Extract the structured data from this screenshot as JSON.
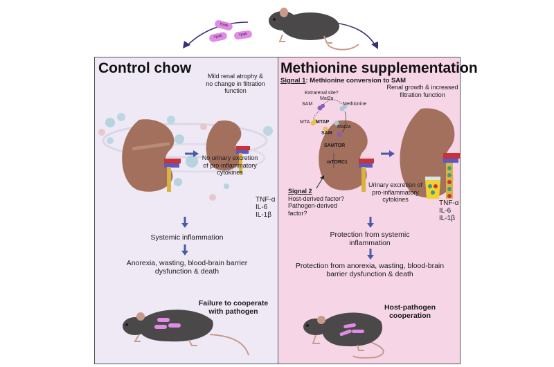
{
  "top": {
    "bacteria_labels": [
      "Ypstb",
      "Ypstb",
      "Ypstb"
    ]
  },
  "left_panel": {
    "title": "Control chow",
    "kidney_note": [
      "Mild renal atrophy &",
      "no change in filtration",
      "function"
    ],
    "urine_note": [
      "No urinary excretion",
      "of pro-inflammatory",
      "cytokines"
    ],
    "cytokines": [
      "TNF-α",
      "IL-6",
      "IL-1β"
    ],
    "step1": "Systemic inflammation",
    "step2": [
      "Anorexia, wasting, blood-brain barrier",
      "dysfunction & death"
    ],
    "outcome": [
      "Failure to cooperate",
      "with pathogen"
    ]
  },
  "right_panel": {
    "title": "Methionine supplementation",
    "signal1_label": "Signal 1",
    "signal1_text": ": Methionine conversion to SAM",
    "pathway": {
      "extrarenal": "Extrarenal site?",
      "mat2a_top": "Mat2a",
      "sam_top": "SAM",
      "methionine": "Methionine",
      "mta": "MTA",
      "mtap": "MTAP",
      "mat2a_inner": "Mat2a",
      "sam_inner": "SAM",
      "samtor": "SAMTOR",
      "mtorc1": "mTORC1"
    },
    "kidney_note": [
      "Renal growth & increased",
      "filtration function"
    ],
    "signal2_label": "Signal 2",
    "signal2_lines": [
      "Host-derived factor?",
      "Pathogen-derived",
      "factor?"
    ],
    "urine_note": [
      "Urinary excretion of",
      "pro-inflammatory",
      "cytokines"
    ],
    "cytokines": [
      "TNF-α",
      "IL-6",
      "IL-1β"
    ],
    "step1": [
      "Protection from systemic",
      "inflammation"
    ],
    "step2": [
      "Protection from anorexia, wasting, blood-brain",
      "barrier dysfunction & death"
    ],
    "outcome": [
      "Host-pathogen",
      "cooperation"
    ]
  },
  "colors": {
    "left_bg": "#efe9f6",
    "right_bg": "#f5d5e6",
    "border": "#55535a",
    "arrow": "#4a5aa8",
    "curve_arrow": "#3a2e7a",
    "kidney": "#a3705e",
    "mouse": "#4a4848",
    "bacteria": "#e08be6"
  }
}
